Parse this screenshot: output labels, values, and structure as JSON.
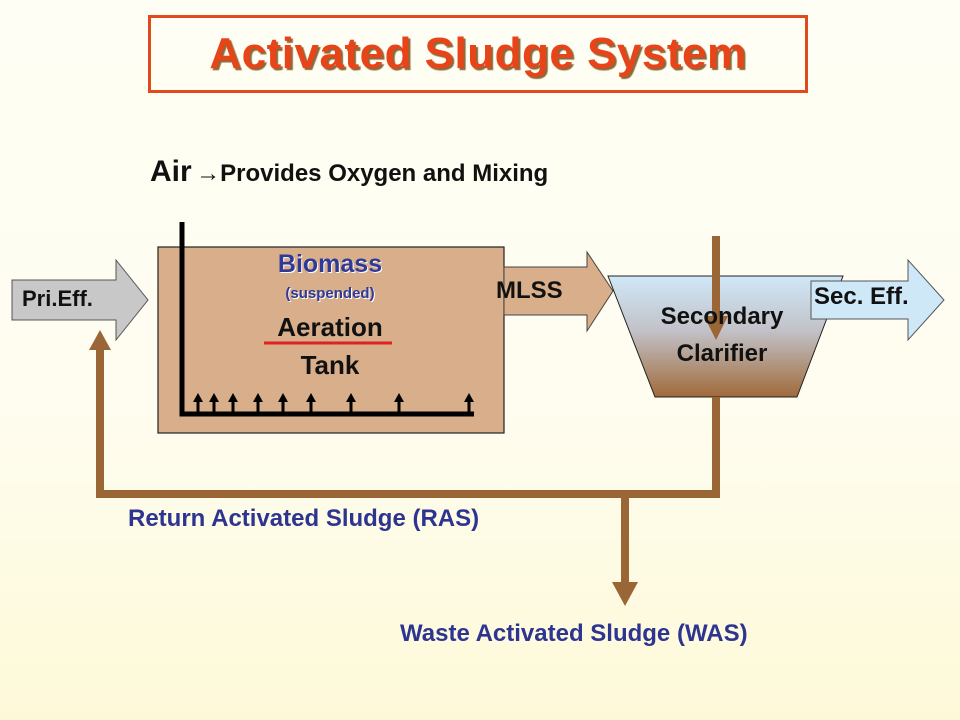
{
  "title": "Activated Sludge System",
  "air": {
    "word": "Air",
    "arrow_glyph": "→",
    "description": "Provides Oxygen and Mixing"
  },
  "aeration_tank": {
    "biomass_label": "Biomass",
    "suspended_label": "(suspended)",
    "line1": "Aeration",
    "line2": "Tank",
    "diffuser_count": 9
  },
  "flows": {
    "influent": "Pri.Eff.",
    "mixed_liquor": "MLSS",
    "effluent": "Sec. Eff."
  },
  "clarifier": {
    "line1": "Secondary",
    "line2": "Clarifier"
  },
  "return_sludge": "Return Activated Sludge (RAS)",
  "waste_sludge": "Waste Activated Sludge (WAS)",
  "colors": {
    "title": "#e8441a",
    "tank_fill": "#d9ae8a",
    "pipe_brown": "#9a6636",
    "sludge_label_blue": "#2e3590",
    "influent_arrow": "#c8c8c8",
    "effluent_arrow": "#cfe8f8"
  }
}
